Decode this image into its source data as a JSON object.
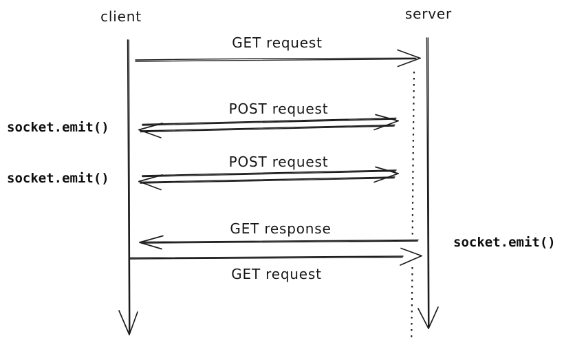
{
  "diagram": {
    "type": "sequence-diagram",
    "actors": {
      "client": "client",
      "server": "server"
    },
    "messages": {
      "get_request_top": "GET request",
      "post_request_1": "POST request",
      "post_request_2": "POST request",
      "get_response": "GET response",
      "get_request_bottom": "GET request"
    },
    "annotations": {
      "socket_emit_left_1": "socket.emit()",
      "socket_emit_left_2": "socket.emit()",
      "socket_emit_right": "socket.emit()"
    },
    "colors": {
      "stroke": "#1c1c1c",
      "background": "#ffffff",
      "text": "#161616"
    }
  }
}
